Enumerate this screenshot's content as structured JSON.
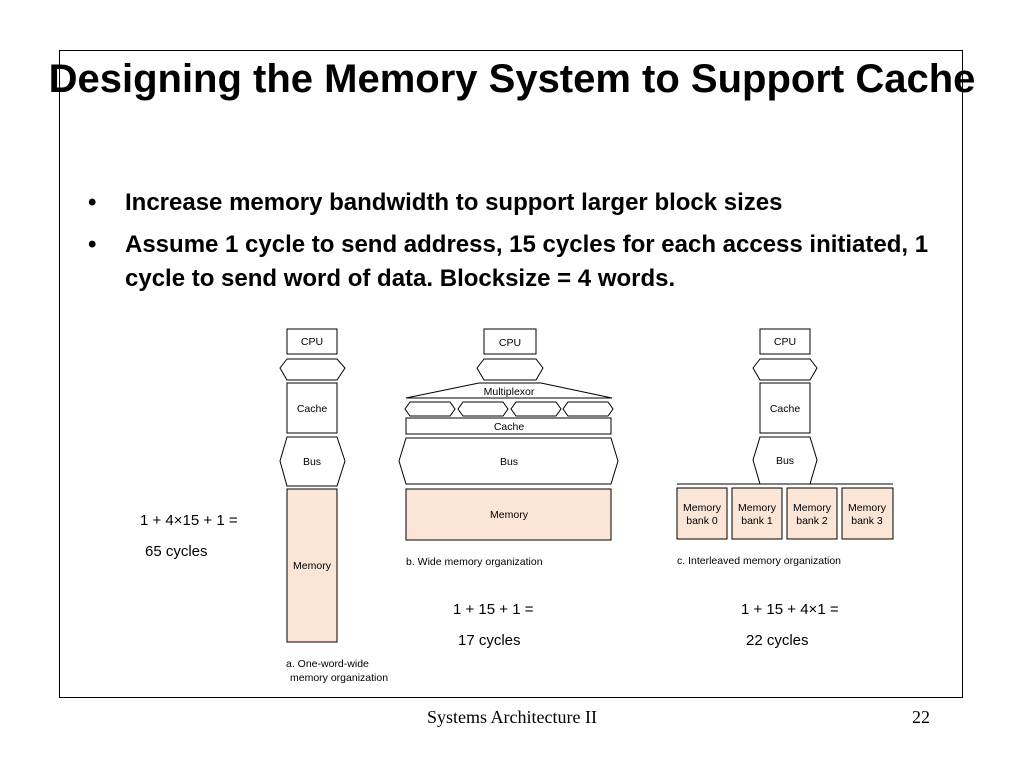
{
  "slide": {
    "title": "Designing the Memory System to Support Cache",
    "bullets": [
      "Increase memory bandwidth to support larger block sizes",
      "Assume 1 cycle to send address, 15 cycles for each access initiated, 1 cycle to send word of data.  Blocksize = 4 words."
    ],
    "bullet_glyph": "•"
  },
  "diagram": {
    "fill_color": "#fbe5d6",
    "one_word_wide": {
      "cpu": "CPU",
      "cache": "Cache",
      "bus": "Bus",
      "memory": "Memory",
      "caption_line1": "a. One-word-wide",
      "caption_line2": "memory organization",
      "calc_line1": "1 + 4×15 + 1 =",
      "calc_line2": "65 cycles"
    },
    "wide": {
      "cpu": "CPU",
      "multiplexor": "Multiplexor",
      "cache": "Cache",
      "bus": "Bus",
      "memory": "Memory",
      "caption": "b. Wide memory organization",
      "calc_line1": "1 + 15 + 1 =",
      "calc_line2": "17 cycles"
    },
    "interleaved": {
      "cpu": "CPU",
      "cache": "Cache",
      "bus": "Bus",
      "banks": [
        {
          "line1": "Memory",
          "line2": "bank 0"
        },
        {
          "line1": "Memory",
          "line2": "bank 1"
        },
        {
          "line1": "Memory",
          "line2": "bank 2"
        },
        {
          "line1": "Memory",
          "line2": "bank 3"
        }
      ],
      "caption": "c. Interleaved memory organization",
      "calc_line1": "1 + 15 + 4×1 =",
      "calc_line2": "22 cycles"
    }
  },
  "footer": {
    "text": "Systems Architecture II",
    "page": "22"
  }
}
